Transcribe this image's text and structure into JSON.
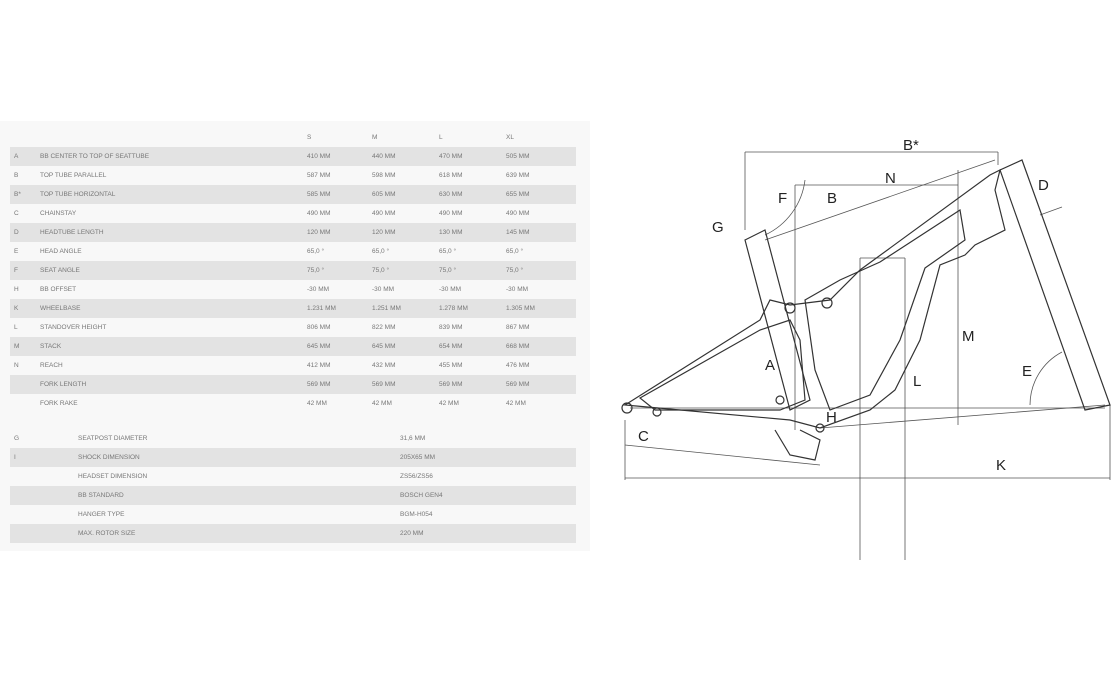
{
  "sizes": [
    "S",
    "M",
    "L",
    "XL"
  ],
  "geometry": [
    {
      "code": "A",
      "label": "BB CENTER TO TOP OF SEATTUBE",
      "values": [
        "410 MM",
        "440 MM",
        "470 MM",
        "505 MM"
      ]
    },
    {
      "code": "B",
      "label": "TOP TUBE PARALLEL",
      "values": [
        "587 MM",
        "598 MM",
        "618 MM",
        "639 MM"
      ]
    },
    {
      "code": "B*",
      "label": "TOP TUBE HORIZONTAL",
      "values": [
        "585 MM",
        "605 MM",
        "630 MM",
        "655 MM"
      ]
    },
    {
      "code": "C",
      "label": "CHAINSTAY",
      "values": [
        "490 MM",
        "490 MM",
        "490 MM",
        "490 MM"
      ]
    },
    {
      "code": "D",
      "label": "HEADTUBE LENGTH",
      "values": [
        "120 MM",
        "120 MM",
        "130 MM",
        "145 MM"
      ]
    },
    {
      "code": "E",
      "label": "HEAD ANGLE",
      "values": [
        "65,0 °",
        "65,0 °",
        "65,0 °",
        "65,0 °"
      ]
    },
    {
      "code": "F",
      "label": "SEAT ANGLE",
      "values": [
        "75,0 °",
        "75,0 °",
        "75,0 °",
        "75,0 °"
      ]
    },
    {
      "code": "H",
      "label": "BB OFFSET",
      "values": [
        "-30 MM",
        "-30 MM",
        "-30 MM",
        "-30 MM"
      ]
    },
    {
      "code": "K",
      "label": "WHEELBASE",
      "values": [
        "1.231 MM",
        "1.251 MM",
        "1.278 MM",
        "1.305 MM"
      ]
    },
    {
      "code": "L",
      "label": "STANDOVER HEIGHT",
      "values": [
        "806 MM",
        "822 MM",
        "839 MM",
        "867 MM"
      ]
    },
    {
      "code": "M",
      "label": "STACK",
      "values": [
        "645 MM",
        "645 MM",
        "654 MM",
        "668 MM"
      ]
    },
    {
      "code": "N",
      "label": "REACH",
      "values": [
        "412 MM",
        "432 MM",
        "455 MM",
        "476 MM"
      ]
    },
    {
      "code": "",
      "label": "FORK LENGTH",
      "values": [
        "569 MM",
        "569 MM",
        "569 MM",
        "569 MM"
      ]
    },
    {
      "code": "",
      "label": "FORK RAKE",
      "values": [
        "42 MM",
        "42 MM",
        "42 MM",
        "42 MM"
      ]
    }
  ],
  "specs": [
    {
      "code": "G",
      "label": "SEATPOST DIAMETER",
      "value": "31,6 MM"
    },
    {
      "code": "I",
      "label": "SHOCK DIMENSION",
      "value": "205X65 MM"
    },
    {
      "code": "",
      "label": "HEADSET DIMENSION",
      "value": "ZS56/ZS56"
    },
    {
      "code": "",
      "label": "BB STANDARD",
      "value": "BOSCH GEN4"
    },
    {
      "code": "",
      "label": "HANGER TYPE",
      "value": "BGM-H054"
    },
    {
      "code": "",
      "label": "MAX. ROTOR SIZE",
      "value": "220 MM"
    }
  ],
  "diagram_labels": {
    "Bstar": "B*",
    "N": "N",
    "B": "B",
    "D": "D",
    "F": "F",
    "G": "G",
    "M": "M",
    "A": "A",
    "L": "L",
    "E": "E",
    "H": "H",
    "C": "C",
    "K": "K"
  }
}
